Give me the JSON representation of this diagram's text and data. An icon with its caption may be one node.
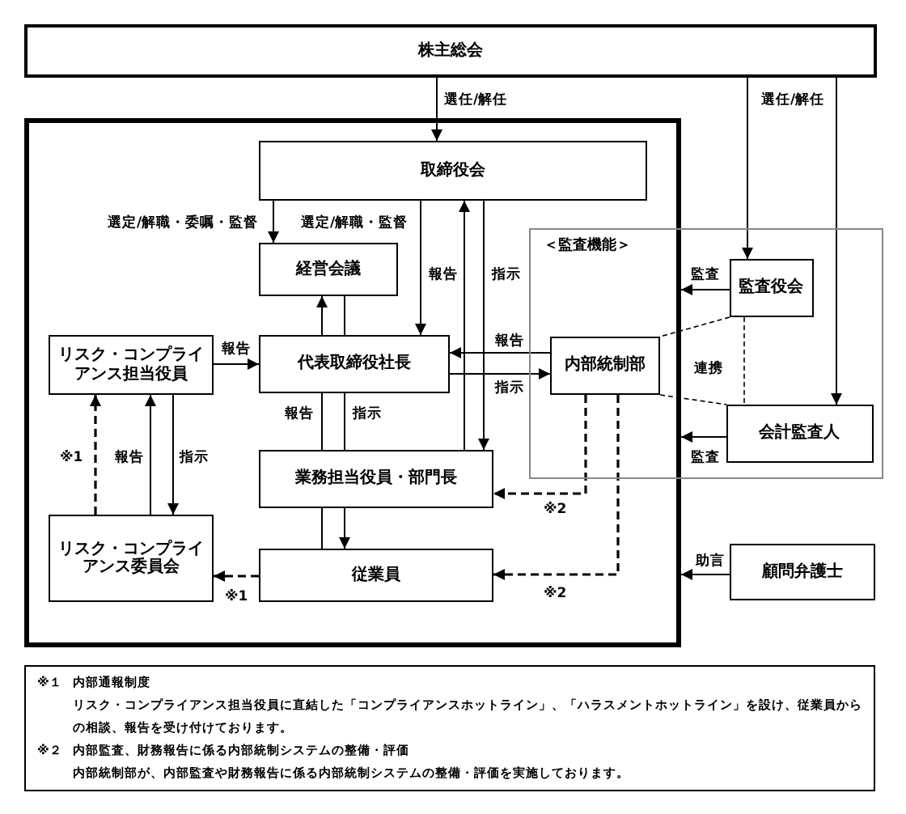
{
  "diagram": {
    "nodes": [
      {
        "text": [
          "株主総会"
        ]
      },
      {
        "text": [],
        "shape": "box"
      },
      {
        "text": [
          "取締役会"
        ],
        "in": 1
      },
      {
        "text": [
          "経営会議"
        ],
        "in": 1
      },
      {
        "text": [
          "＜監査機能＞"
        ]
      },
      {
        "text": [
          "監査役会"
        ],
        "in": 4
      },
      {
        "text": [
          "リスク・コンプライアンス担当役員"
        ],
        "in": 1
      },
      {
        "text": [
          "代表取締役社長"
        ],
        "in": 1
      },
      {
        "text": [
          "内部統制部"
        ]
      },
      {
        "text": [
          "会計監査人"
        ],
        "in": 4
      },
      {
        "text": [
          "業務担当役員・部門長"
        ],
        "in": 1
      },
      {
        "text": [
          "リスク・コンプライアンス委員会"
        ],
        "in": 1
      },
      {
        "text": [
          "従業員"
        ],
        "in": 1
      },
      {
        "text": [
          "顧問弁護士"
        ]
      }
    ],
    "edges": [
      {
        "from": 0,
        "to": 2,
        "arrow": "to",
        "label": "選任/解任"
      },
      {
        "from": 0,
        "to": 5,
        "arrow": "to",
        "label": "選任/解任"
      },
      {
        "from": 0,
        "to": 9,
        "arrow": "to"
      },
      {
        "from": 2,
        "to": 3,
        "arrow": "to",
        "label": "選定/解職・委嘱・監督"
      },
      {
        "from": 2,
        "to": 7,
        "arrow": "to",
        "label": "選定/解職・監督"
      },
      {
        "from": 7,
        "to": 3,
        "arrow": "to"
      },
      {
        "from": 3,
        "to": 7,
        "arrow": "none"
      },
      {
        "from": 10,
        "to": 2,
        "arrow": "to",
        "label": "報告"
      },
      {
        "from": 2,
        "to": 10,
        "arrow": "to",
        "label": "指示"
      },
      {
        "from": 8,
        "to": 7,
        "arrow": "to",
        "label": "報告"
      },
      {
        "from": 7,
        "to": 8,
        "arrow": "to",
        "label": "指示"
      },
      {
        "from": 6,
        "to": 7,
        "arrow": "to",
        "label": "報告"
      },
      {
        "from": 11,
        "to": 6,
        "arrow": "to",
        "label": "※1",
        "style": "dashed"
      },
      {
        "from": 11,
        "to": 6,
        "arrow": "to",
        "label": "報告"
      },
      {
        "from": 6,
        "to": 11,
        "arrow": "to",
        "label": "指示"
      },
      {
        "from": 10,
        "to": 7,
        "arrow": "none",
        "label": "報告"
      },
      {
        "from": 7,
        "to": 10,
        "arrow": "none",
        "label": "指示"
      },
      {
        "from": 10,
        "to": 12,
        "arrow": "to"
      },
      {
        "from": 12,
        "to": 10,
        "arrow": "none"
      },
      {
        "from": 12,
        "to": 11,
        "arrow": "to",
        "label": "※1",
        "style": "dashed"
      },
      {
        "from": 8,
        "to": 10,
        "arrow": "to",
        "label": "※2",
        "style": "dashed"
      },
      {
        "from": 8,
        "to": 12,
        "arrow": "to",
        "label": "※2",
        "style": "dashed"
      },
      {
        "from": 5,
        "to": 8,
        "arrow": "none",
        "style": "dashed"
      },
      {
        "from": 8,
        "to": 9,
        "arrow": "none",
        "style": "dashed"
      },
      {
        "from": 5,
        "to": 9,
        "arrow": "none",
        "label": "連携",
        "style": "dashed"
      },
      {
        "from": 5,
        "to": 1,
        "arrow": "to",
        "label": "監査"
      },
      {
        "from": 9,
        "to": 1,
        "arrow": "to",
        "label": "監査"
      },
      {
        "from": 13,
        "to": 1,
        "arrow": "to",
        "label": "助言"
      }
    ],
    "labels": [
      "※１",
      "内部通報制度",
      "リスク・コンプライアンス担当役員に直結した「コンプライアンスホットライン」、「ハラスメントホットライン」を設け、従業員からの相談、報告を受け付けております。",
      "※２",
      "内部監査、財務報告に係る内部統制システムの整備・評価",
      "内部統制部が、内部監査や財務報告に係る内部統制システムの整備・評価を実施しております。"
    ]
  }
}
